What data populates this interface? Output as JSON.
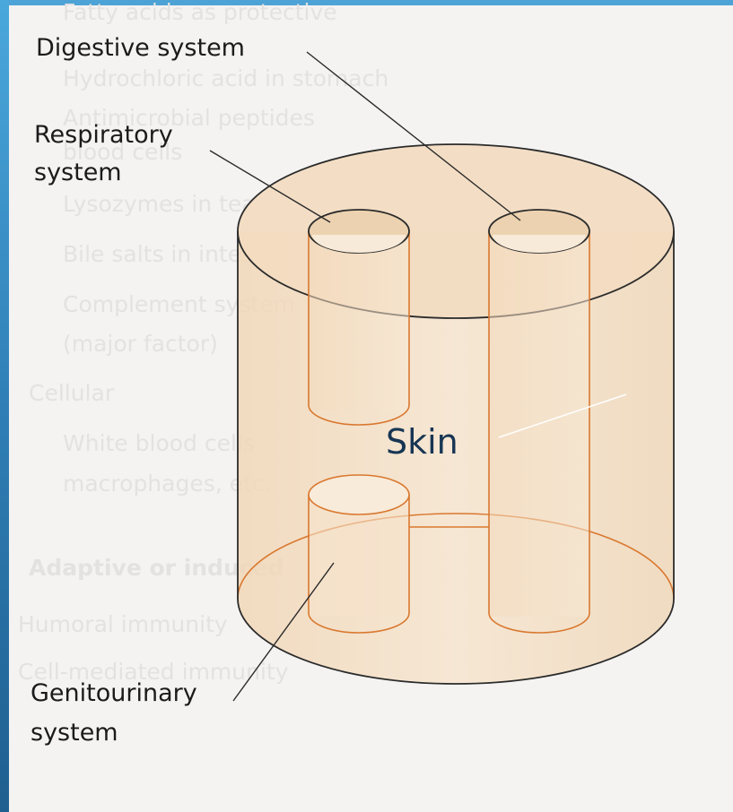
{
  "labels": {
    "digestive": "Digestive system",
    "respiratory_line1": "Respiratory",
    "respiratory_line2": "system",
    "skin": "Skin",
    "genitourinary_line1": "Genitourinary",
    "genitourinary_line2": "system"
  },
  "background_text": [
    "Fatty acids as protective",
    "Hydrochloric acid in stomach",
    "Antimicrobial peptides",
    "blood cells",
    "Lysozymes in tears",
    "Bile salts in intestine",
    "Complement system",
    "(major factor)",
    "Cellular",
    "White blood cells",
    "macrophages, etc.",
    "Adaptive or induced",
    "Humoral immunity",
    "Cell-mediated immunity"
  ],
  "colors": {
    "cylinder_fill": "#f4dfc4",
    "cylinder_fill_dark": "#ecd1ae",
    "tube_outline": "#d9782f",
    "body_outline": "#2b2b2b",
    "skin_text": "#173553",
    "left_strip": "#2f7fb6"
  }
}
